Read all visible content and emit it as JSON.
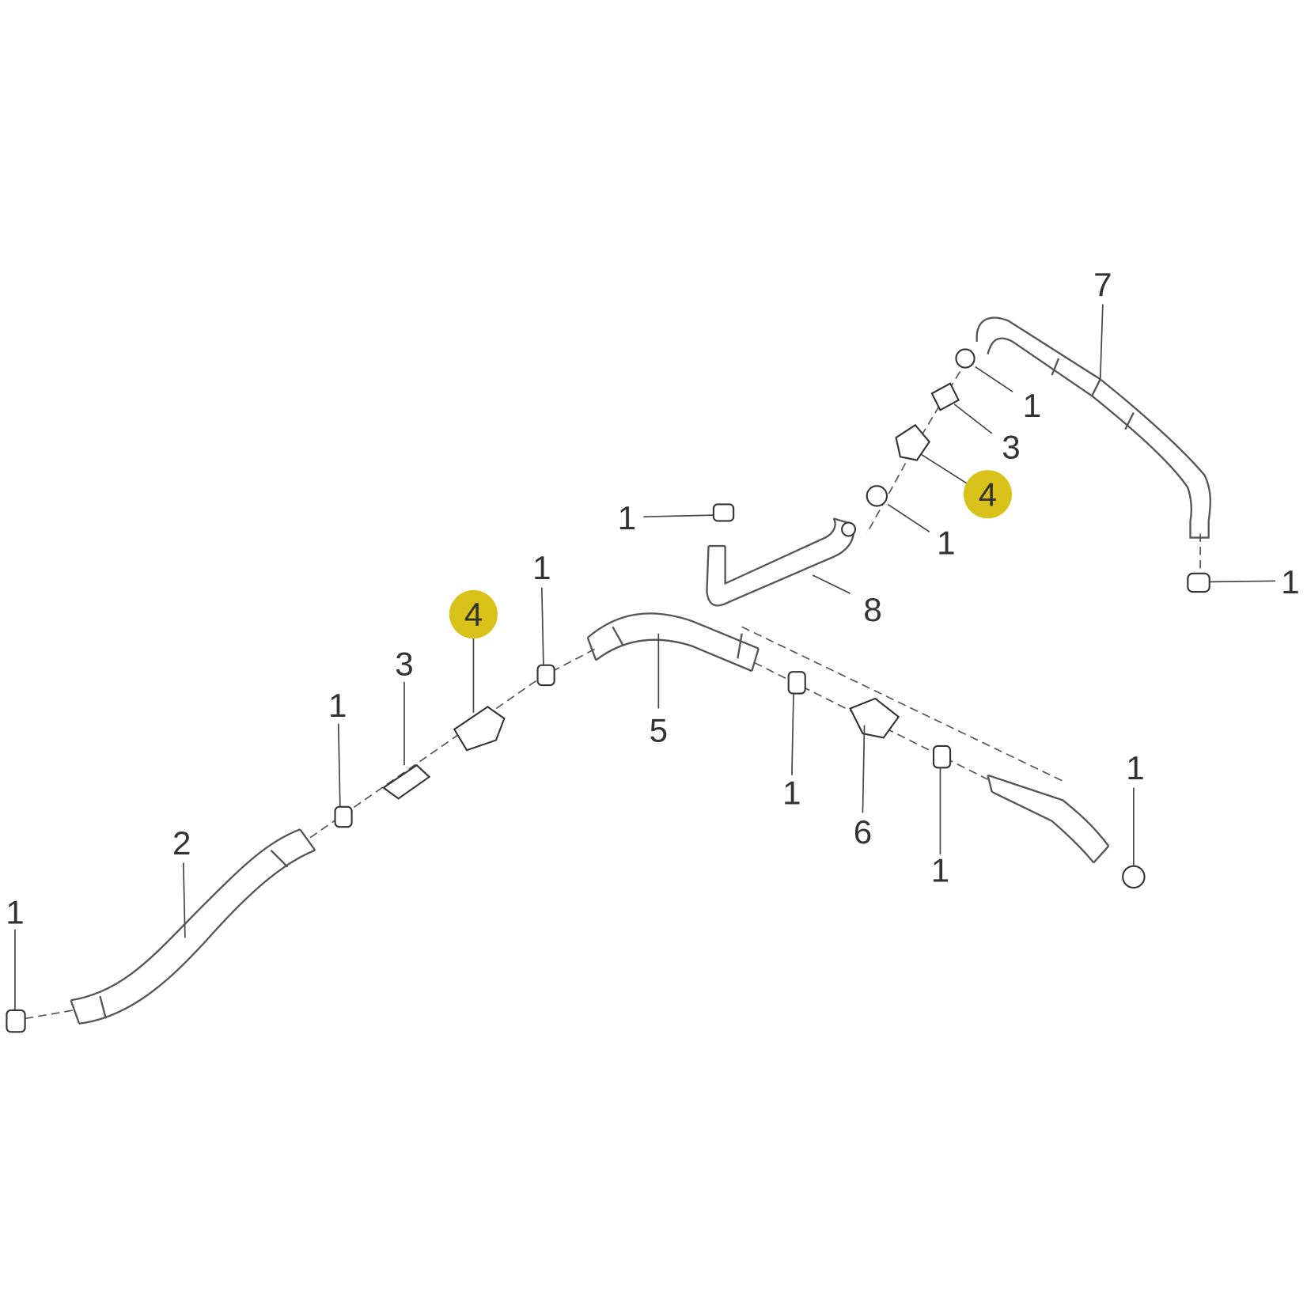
{
  "diagram": {
    "highlight_color": "#d8c21a",
    "callouts": {
      "c1_left_end": "1",
      "c2_hose": "2",
      "c1_clamp_a": "1",
      "c3_connector_lower": "3",
      "c4_valve_lower": "4",
      "c1_clamp_b": "1",
      "c5_hose": "5",
      "c1_clamp_c": "1",
      "c6_valve": "6",
      "c1_clamp_d": "1",
      "c1_right_end": "1",
      "c1_clamp_e": "1",
      "c8_hose": "8",
      "c1_clamp_f": "1",
      "c4_valve_upper": "4",
      "c3_connector_upper": "3",
      "c1_clamp_g": "1",
      "c7_hose": "7",
      "c1_clamp_h": "1"
    }
  }
}
